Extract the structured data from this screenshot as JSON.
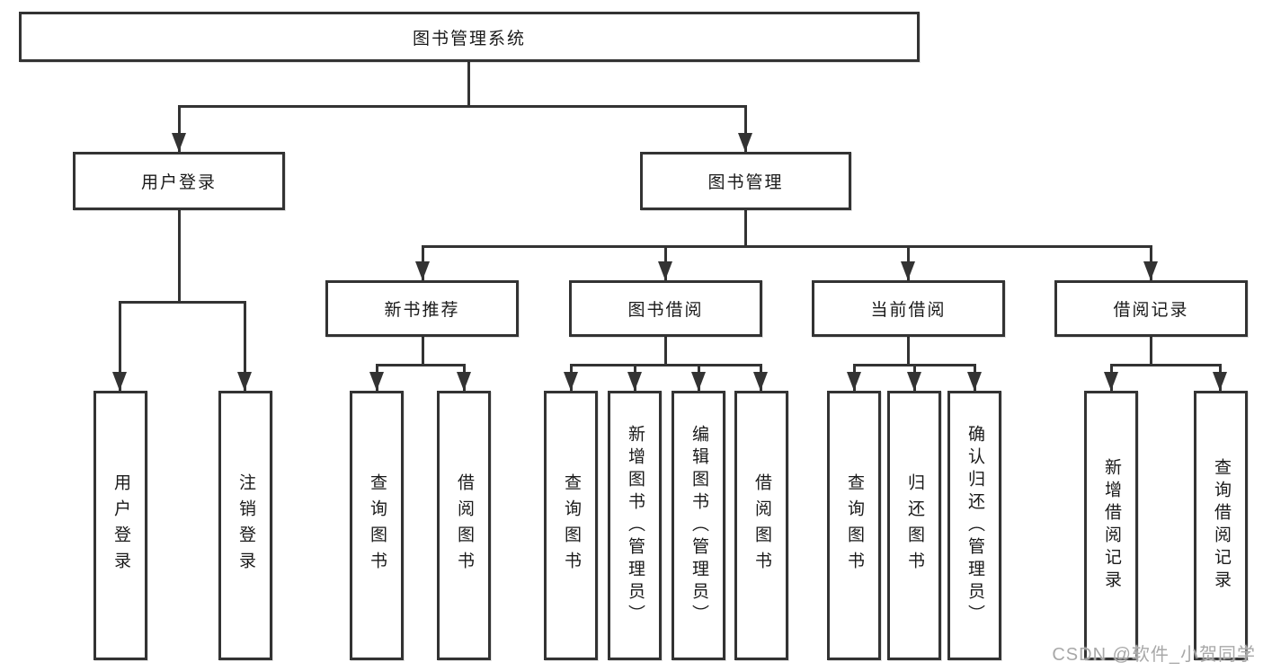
{
  "diagram": {
    "title": "图书管理系统",
    "type": "hierarchy-tree",
    "watermark": "CSDN @软件_小贺同学"
  },
  "colors": {
    "line": "#333333",
    "text": "#1a1a1a",
    "watermark": "#a8a8a8",
    "bg": "#ffffff"
  },
  "nodes": {
    "root": {
      "label": "图书管理系统"
    },
    "user_login": {
      "label": "用户登录"
    },
    "book_mgmt": {
      "label": "图书管理"
    },
    "new_book_rec": {
      "label": "新书推荐"
    },
    "book_borrow": {
      "label": "图书借阅"
    },
    "current_borrow": {
      "label": "当前借阅"
    },
    "borrow_record": {
      "label": "借阅记录"
    },
    "leaf_user_login": {
      "label": "用户登录"
    },
    "leaf_logout": {
      "label": "注销登录"
    },
    "leaf_query_book_1": {
      "label": "查询图书"
    },
    "leaf_borrow_book_1": {
      "label": "借阅图书"
    },
    "leaf_query_book_2": {
      "label": "查询图书"
    },
    "leaf_add_book": {
      "label": "新增图书（管理员）"
    },
    "leaf_edit_book": {
      "label": "编辑图书（管理员）"
    },
    "leaf_borrow_book_2": {
      "label": "借阅图书"
    },
    "leaf_query_book_3": {
      "label": "查询图书"
    },
    "leaf_return_book": {
      "label": "归还图书"
    },
    "leaf_confirm_return": {
      "label": "确认归还（管理员）"
    },
    "leaf_add_record": {
      "label": "新增借阅记录"
    },
    "leaf_query_record": {
      "label": "查询借阅记录"
    }
  },
  "hierarchy": {
    "图书管理系统": {
      "用户登录": [
        "用户登录",
        "注销登录"
      ],
      "图书管理": {
        "新书推荐": [
          "查询图书",
          "借阅图书"
        ],
        "图书借阅": [
          "查询图书",
          "新增图书（管理员）",
          "编辑图书（管理员）",
          "借阅图书"
        ],
        "当前借阅": [
          "查询图书",
          "归还图书",
          "确认归还（管理员）"
        ],
        "借阅记录": [
          "新增借阅记录",
          "查询借阅记录"
        ]
      }
    }
  }
}
